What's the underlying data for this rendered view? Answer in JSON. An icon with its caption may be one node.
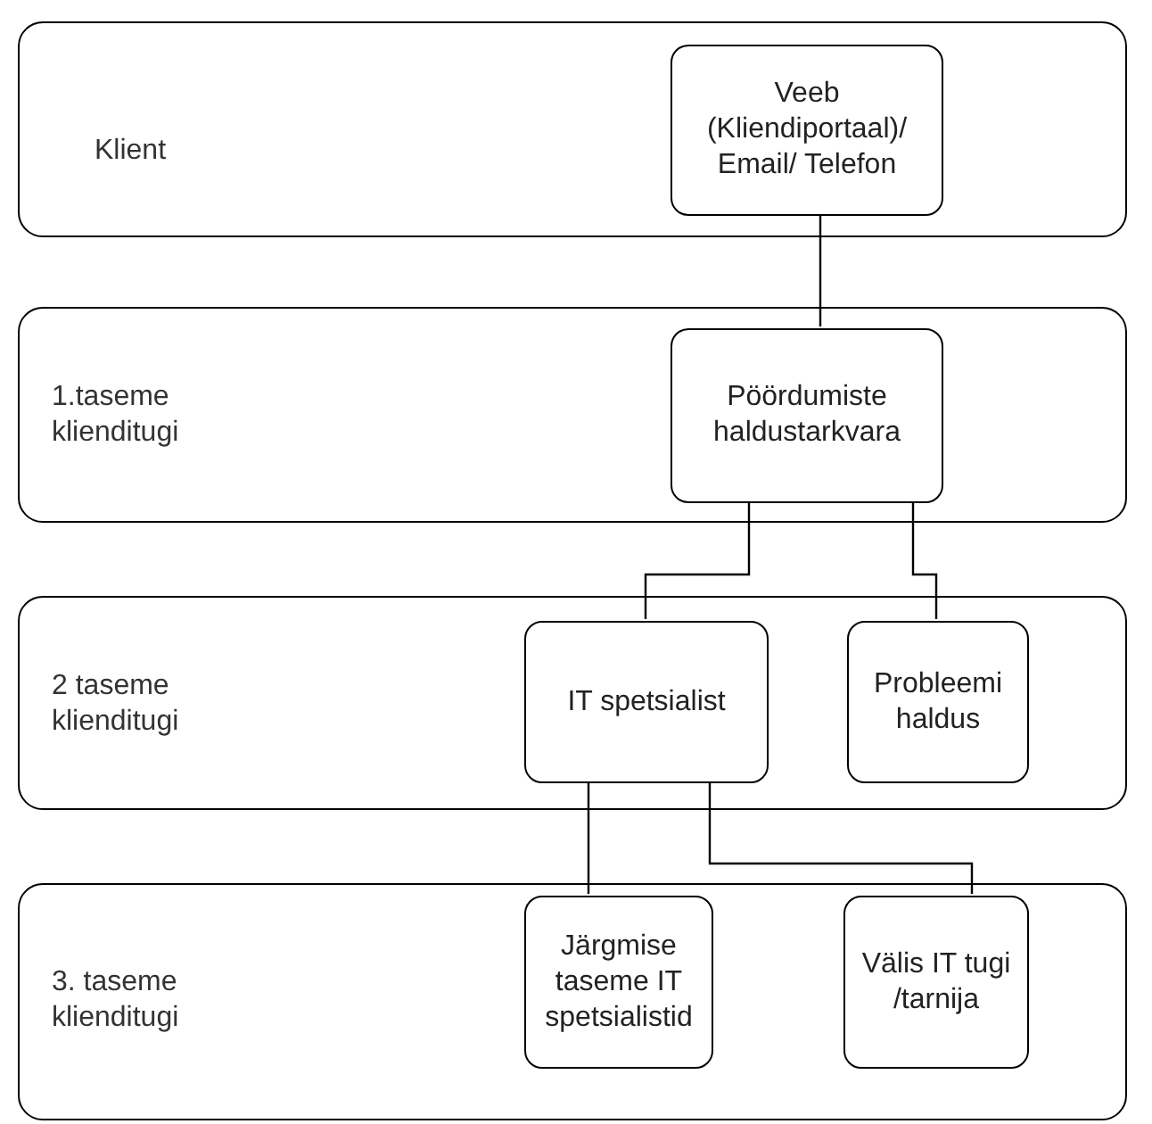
{
  "diagram": {
    "nodes": [
      {
        "text": [
          "Klient"
        ]
      },
      {
        "text": [
          "Veeb (Kliendiportaal)/ Email/ Telefon"
        ],
        "in": 0
      },
      {
        "text": [
          "1.taseme klienditugi"
        ]
      },
      {
        "text": [
          "Pöördumiste haldustarkvara"
        ],
        "in": 2
      },
      {
        "text": [
          "2 taseme klienditugi"
        ]
      },
      {
        "text": [
          "IT spetsialist"
        ],
        "in": 4
      },
      {
        "text": [
          "Probleemi haldus"
        ],
        "in": 4
      },
      {
        "text": [
          "3. taseme klienditugi"
        ]
      },
      {
        "text": [
          "Järgmise taseme IT spetsialistid"
        ],
        "in": 7
      },
      {
        "text": [
          "Välis IT tugi /tarnija"
        ],
        "in": 7
      }
    ],
    "edges": [
      {
        "from": 1,
        "to": 3,
        "arrow": "none"
      },
      {
        "from": 3,
        "to": 5,
        "arrow": "none"
      },
      {
        "from": 3,
        "to": 6,
        "arrow": "none"
      },
      {
        "from": 5,
        "to": 8,
        "arrow": "none"
      },
      {
        "from": 5,
        "to": 9,
        "arrow": "none"
      }
    ]
  }
}
